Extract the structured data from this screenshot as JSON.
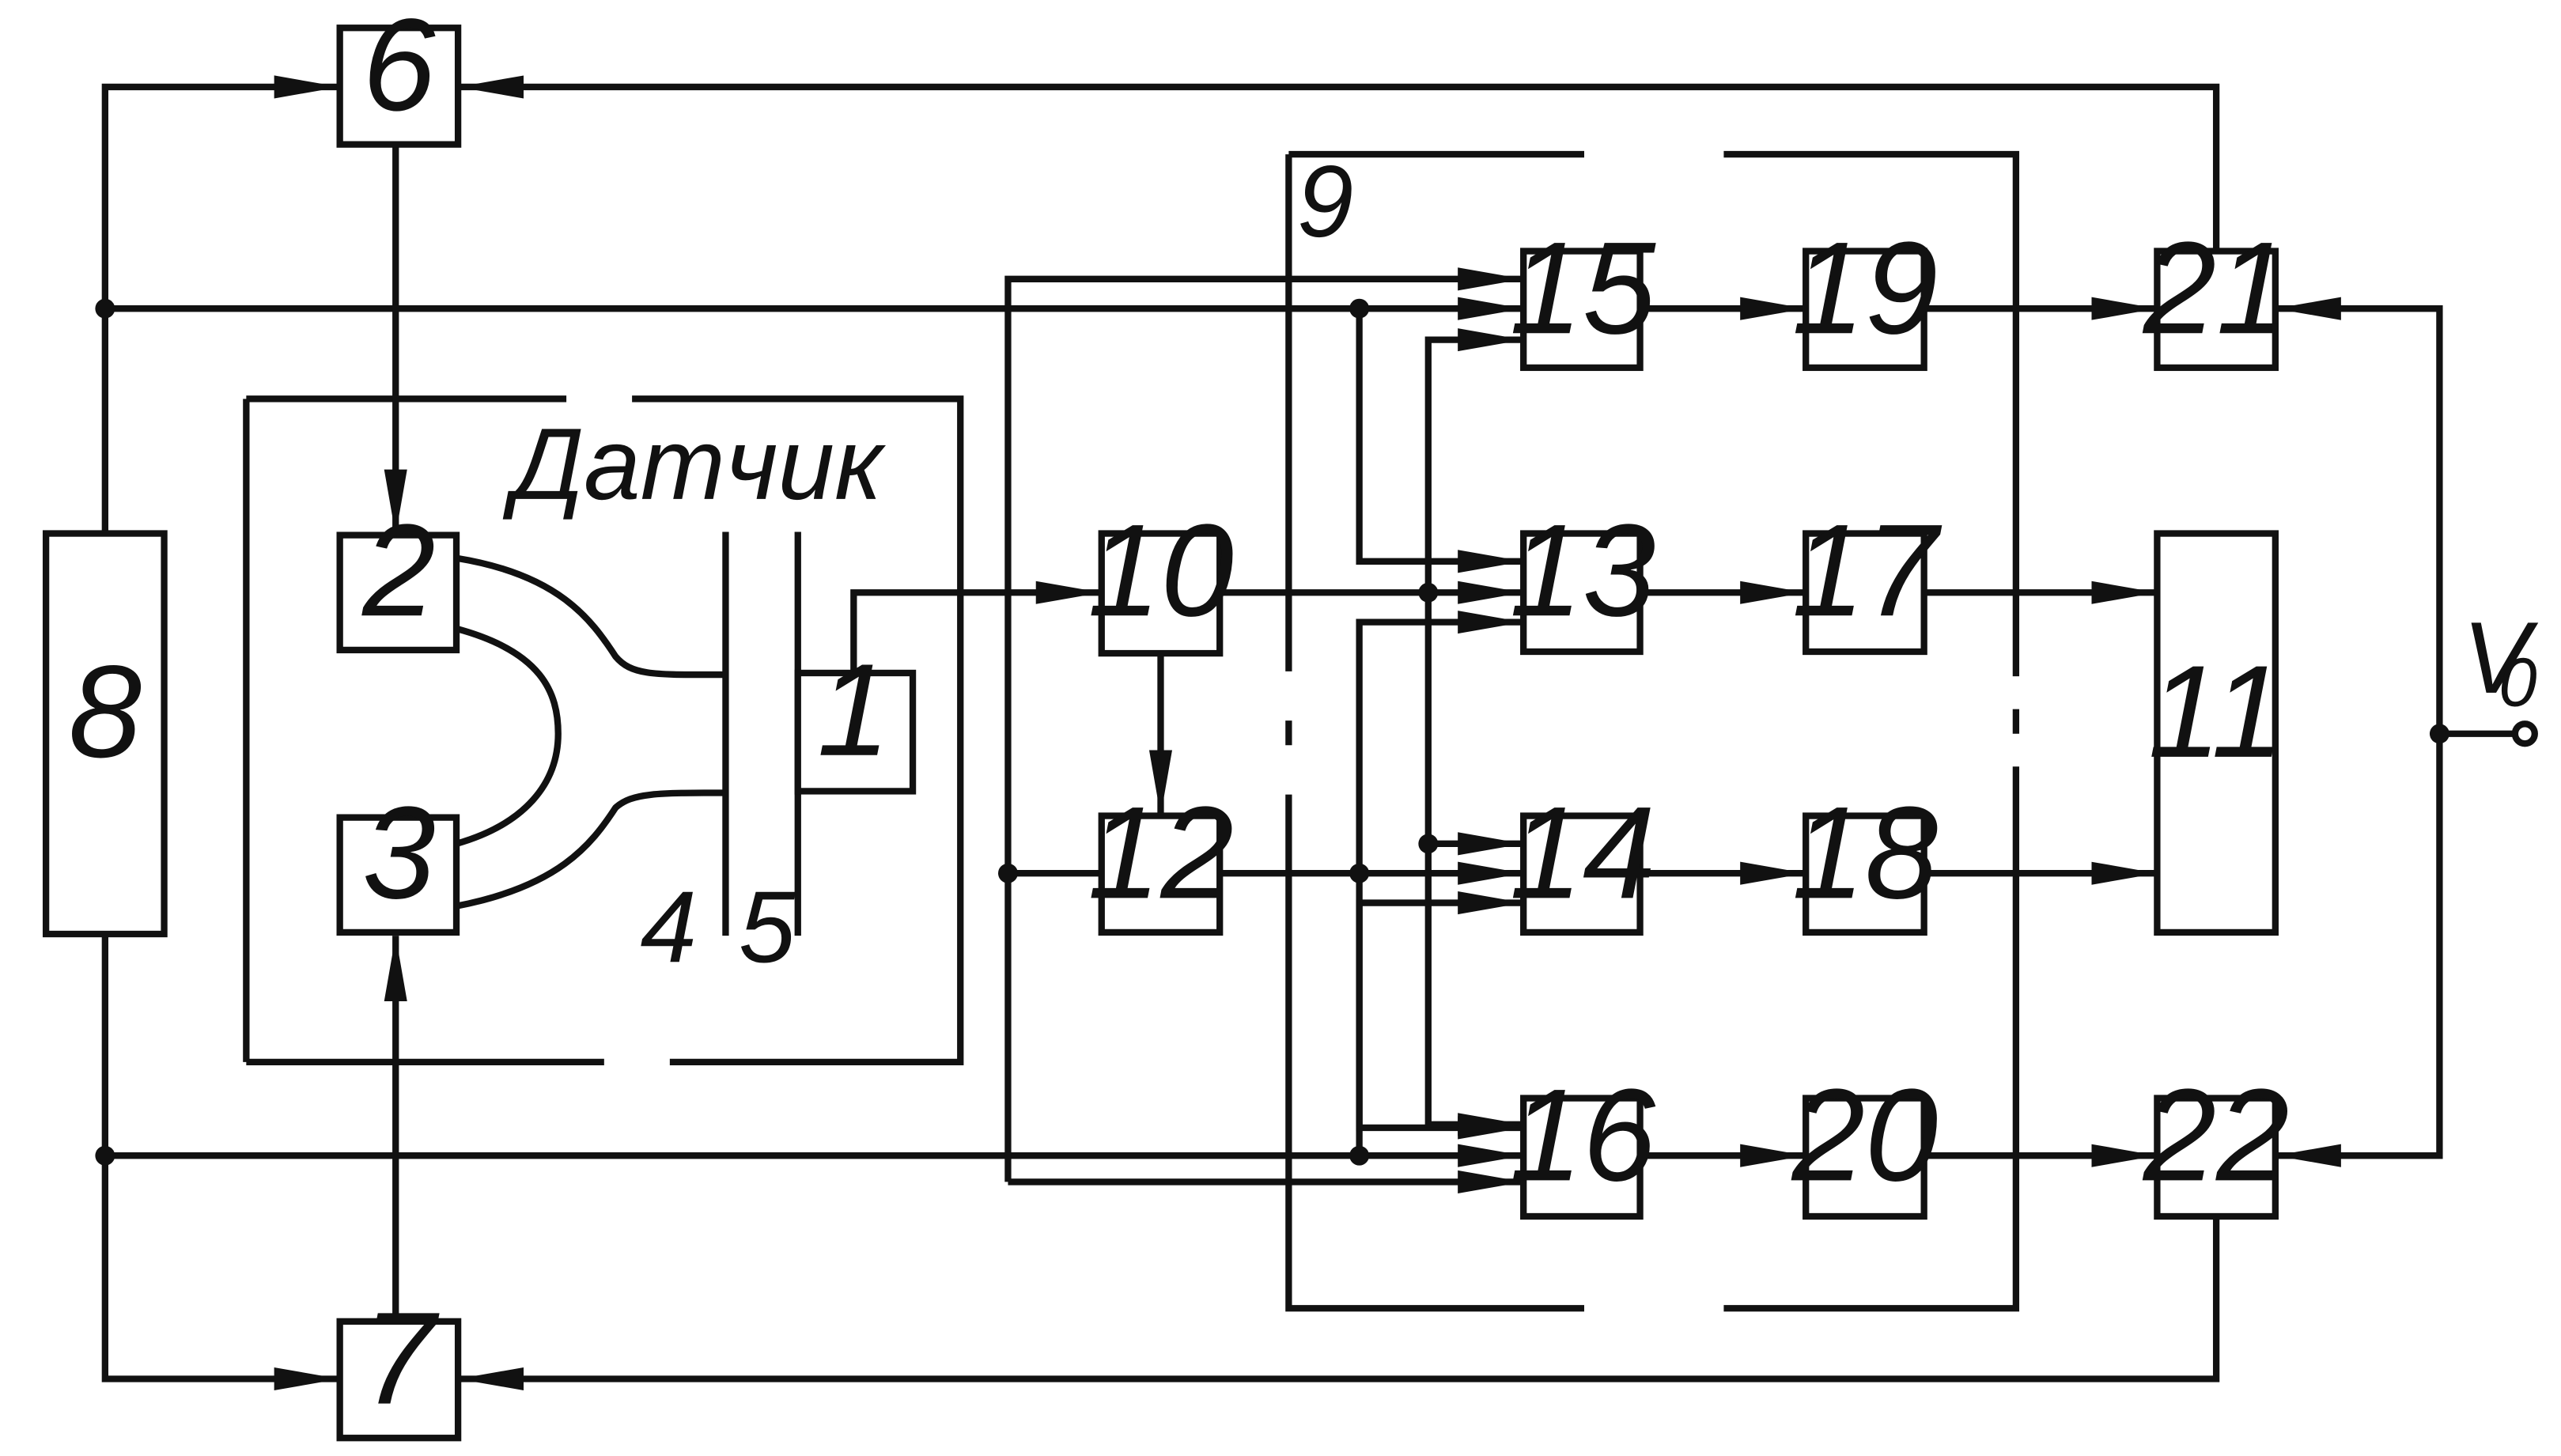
{
  "diagram": {
    "sensor_label": "Датчик",
    "sensor_layer_labels": {
      "layer4": "4",
      "layer5": "5"
    },
    "group_label": "9",
    "output_label": {
      "main": "V",
      "sub": "0"
    },
    "blocks": {
      "b1": "1",
      "b2": "2",
      "b3": "3",
      "b6": "6",
      "b7": "7",
      "b8": "8",
      "b10": "10",
      "b11": "11",
      "b12": "12",
      "b13": "13",
      "b14": "14",
      "b15": "15",
      "b16": "16",
      "b17": "17",
      "b18": "18",
      "b19": "19",
      "b20": "20",
      "b21": "21",
      "b22": "22"
    }
  }
}
